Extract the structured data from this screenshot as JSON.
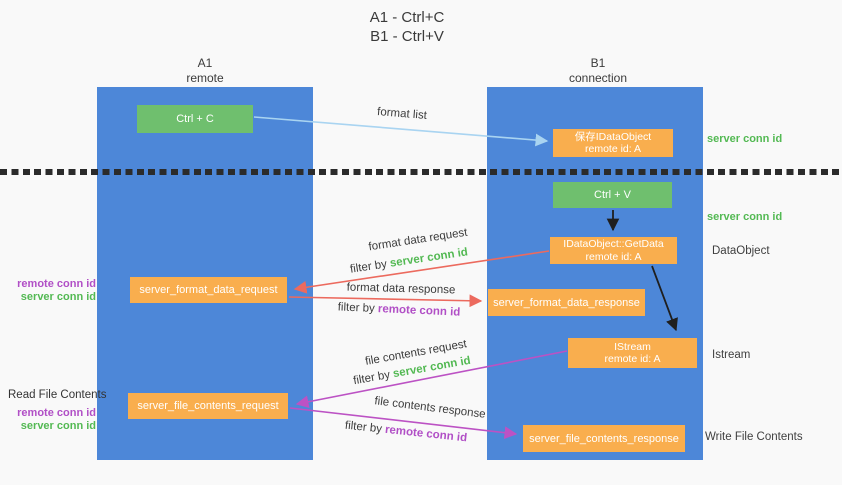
{
  "title": {
    "line1": "A1 - Ctrl+C",
    "line2": "B1 - Ctrl+V"
  },
  "lifelines": {
    "left": {
      "name": "A1",
      "role": "remote"
    },
    "right": {
      "name": "B1",
      "role": "connection"
    }
  },
  "nodes": {
    "ctrl_c": {
      "label": "Ctrl + C"
    },
    "save_dataobject": {
      "line1": "保存IDataObject",
      "line2": "remote id: A"
    },
    "ctrl_v": {
      "label": "Ctrl + V"
    },
    "getdata": {
      "line1": "IDataObject::GetData",
      "line2": "remote id: A"
    },
    "istream": {
      "line1": "IStream",
      "line2": "remote id: A"
    },
    "server_format_data_request": {
      "label": "server_format_data_request"
    },
    "server_format_data_response": {
      "label": "server_format_data_response"
    },
    "server_file_contents_request": {
      "label": "server_file_contents_request"
    },
    "server_file_contents_response": {
      "label": "server_file_contents_response"
    }
  },
  "edge_labels": {
    "format_list": "format list",
    "format_data_request": "format data request",
    "format_data_response": "format data response",
    "file_contents_request": "file contents request",
    "file_contents_response": "file contents response",
    "filter_by": "filter by ",
    "server_conn_id": "server conn id",
    "remote_conn_id": "remote conn id"
  },
  "side_labels": {
    "server_conn_id_top": "server conn id",
    "server_conn_id_mid": "server conn id",
    "dataobject": "DataObject",
    "istream": "Istream",
    "read_file_contents": "Read File Contents",
    "write_file_contents": "Write File Contents",
    "left_top": {
      "remote": "remote conn id",
      "server": "server conn id"
    },
    "left_bottom": {
      "remote": "remote conn id",
      "server": "server conn id"
    }
  },
  "colors": {
    "lifeline_blue": "#4d87d8",
    "node_green": "#6fbf6e",
    "node_orange": "#f9ae4e",
    "arrow_salmon": "#ec6a5e",
    "arrow_magenta": "#bc52c4",
    "arrow_lightblue": "#a9d4f1",
    "arrow_black": "#1f1f1f",
    "text_green": "#53b953",
    "text_purple": "#b14fc6",
    "background": "#f9f9f9"
  }
}
